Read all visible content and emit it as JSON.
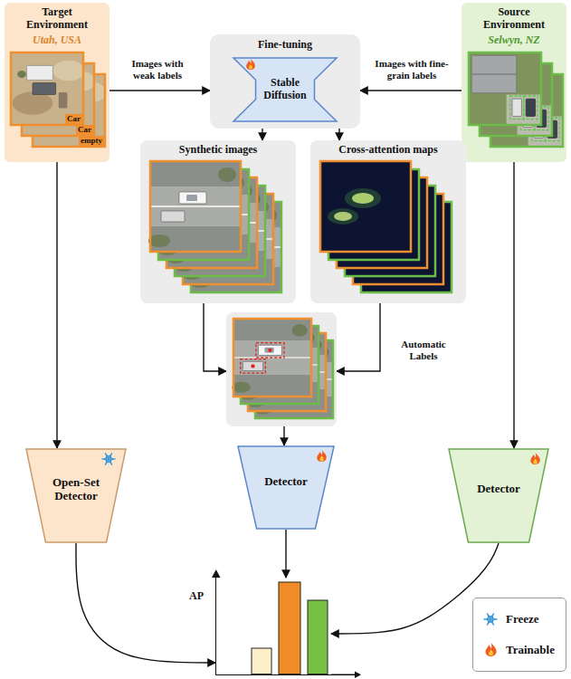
{
  "diagram": {
    "nodes": [
      {
        "text": [
          "Target Environment",
          "Utah, USA"
        ]
      },
      {
        "text": [
          "Fine-tuning"
        ]
      },
      {
        "text": [
          "Stable Diffusion"
        ],
        "in": 1
      },
      {
        "text": [
          "Source Environment",
          "Selwyn, NZ"
        ]
      },
      {
        "text": [
          "Synthetic images"
        ]
      },
      {
        "text": [
          "Cross-attention maps"
        ]
      },
      {
        "text": []
      },
      {
        "text": [
          "Open-Set Detector"
        ]
      },
      {
        "text": [
          "Detector"
        ]
      },
      {
        "text": [
          "Detector"
        ]
      },
      {
        "text": [
          "AP"
        ]
      }
    ],
    "edges": [
      {
        "from": 0,
        "to": 1,
        "arrow": "to",
        "label": "Images with weak labels"
      },
      {
        "from": 3,
        "to": 1,
        "arrow": "to",
        "label": "Images with fine-grain labels"
      },
      {
        "from": 1,
        "to": 4,
        "arrow": "to"
      },
      {
        "from": 1,
        "to": 5,
        "arrow": "to"
      },
      {
        "from": 4,
        "to": 6,
        "arrow": "to"
      },
      {
        "from": 5,
        "to": 6,
        "arrow": "to",
        "label": "Automatic Labels"
      },
      {
        "from": 6,
        "to": 8,
        "arrow": "to"
      },
      {
        "from": 0,
        "to": 7,
        "arrow": "to"
      },
      {
        "from": 3,
        "to": 9,
        "arrow": "to"
      },
      {
        "from": 7,
        "to": 10,
        "arrow": "to"
      },
      {
        "from": 8,
        "to": 10,
        "arrow": "to"
      },
      {
        "from": 9,
        "to": 10,
        "arrow": "to"
      }
    ],
    "labels": [
      "Car",
      "Car",
      "empty"
    ],
    "legend": [
      {
        "text": "Freeze"
      },
      {
        "text": "Trainable"
      }
    ]
  }
}
